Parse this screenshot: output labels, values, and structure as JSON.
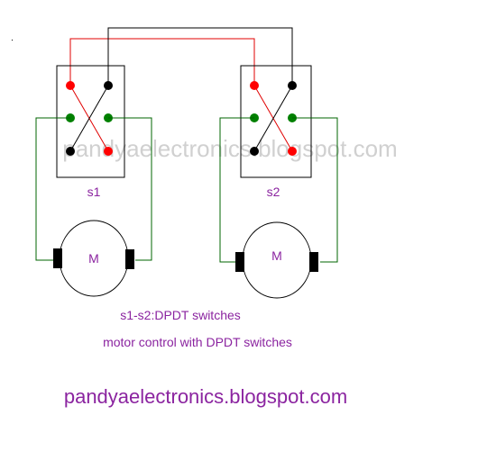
{
  "labels": {
    "watermark": "pandyaelectronics.blogspot.com",
    "switch1": "s1",
    "switch2": "s2",
    "motor1": "M",
    "motor2": "M",
    "caption_line1": "s1-s2:DPDT switches",
    "caption_line2": "motor control with DPDT switches",
    "footer_url": "pandyaelectronics.blogspot.com"
  },
  "colors": {
    "red_terminal": "#ff0000",
    "green_terminal": "#008000",
    "black_terminal": "#000000",
    "red_wire": "#e00000",
    "green_wire": "#006400",
    "label_purple": "#8b24a0",
    "watermark_gray": "#d3d3d3"
  }
}
